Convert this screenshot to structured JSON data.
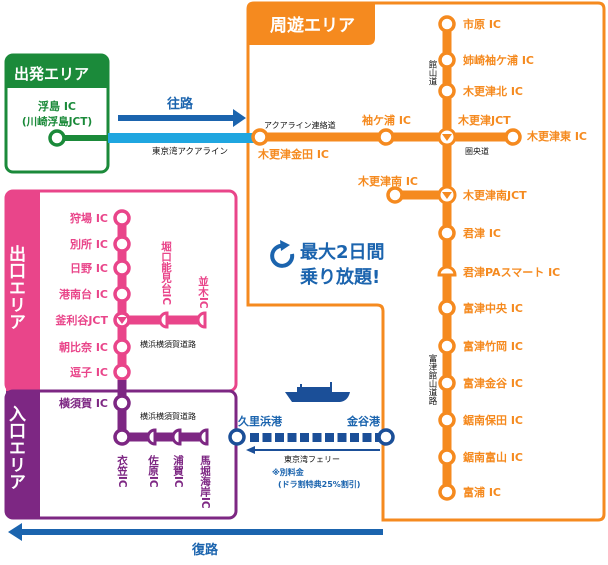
{
  "start_area": {
    "title": "出発エリア",
    "station_line1": "浮島 IC",
    "station_line2": "(川崎浮島JCT)"
  },
  "outbound": {
    "label": "往路",
    "road": "東京湾アクアライン"
  },
  "return": {
    "label": "復路"
  },
  "tour_area": {
    "title": "周遊エリア",
    "aqua_link_label": "アクアライン連絡道",
    "kaneda": "木更津金田 IC",
    "sodegaura": "袖ケ浦 IC",
    "jct": "木更津JCT",
    "east": "木更津東 IC",
    "ken_o_label": "圏央道",
    "south_ic": "木更津南 IC",
    "tateyama_label": "館山道",
    "futtsu_label": "富津館山道路",
    "main_stations": [
      "市原 IC",
      "姉崎袖ケ浦 IC",
      "木更津北 IC",
      "",
      "木更津南JCT",
      "君津 IC",
      "君津PAスマート IC",
      "富津中央 IC",
      "富津竹岡 IC",
      "富津金谷 IC",
      "鋸南保田 IC",
      "鋸南富山 IC",
      "富浦 IC"
    ],
    "promo_line1": "最大2日間",
    "promo_line2": "乗り放題!"
  },
  "exit_area": {
    "title": "出口エリア",
    "stations": [
      "狩場 IC",
      "別所 IC",
      "日野 IC",
      "港南台 IC",
      "釜利谷JCT",
      "朝比奈 IC",
      "逗子 IC"
    ],
    "branch_1": "堀口能見台IC",
    "branch_2": "並木IC",
    "road": "横浜横須賀道路"
  },
  "entry_area": {
    "title": "入口エリア",
    "station": "横須賀 IC",
    "road": "横浜横須賀道路",
    "branches": [
      "衣笠IC",
      "佐原IC",
      "浦賀IC",
      "馬堀海岸IC"
    ]
  },
  "ferry": {
    "kurihama": "久里浜港",
    "kanaya": "金谷港",
    "name": "東京湾フェリー",
    "note1": "※別料金",
    "note2": "(ドラ割特典25%割引)"
  },
  "colors": {
    "orange": "#f58a1f",
    "green": "#1b8a3a",
    "pink": "#e9458a",
    "purple": "#7d2783",
    "blue": "#1b64ae",
    "light_blue": "#1fa6e0"
  }
}
